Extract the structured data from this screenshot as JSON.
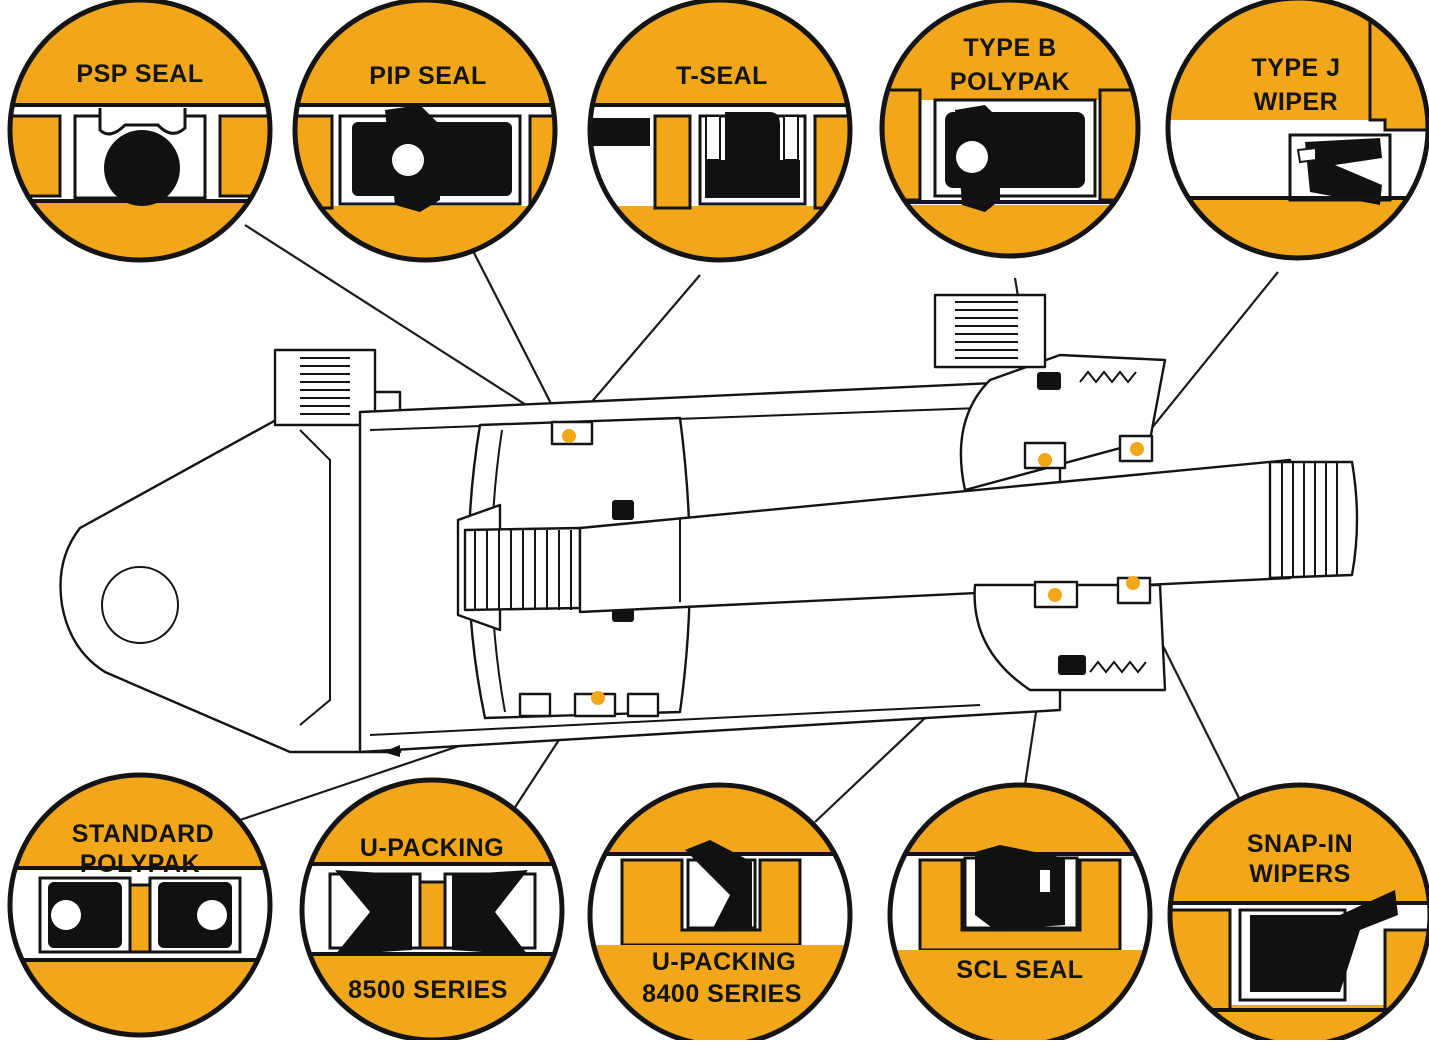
{
  "colors": {
    "accent": "#F2A71B",
    "ink": "#141414",
    "paper": "#FFFFFF"
  },
  "top_seals": [
    {
      "id": "psp",
      "lines": [
        "PSP SEAL"
      ]
    },
    {
      "id": "pip",
      "lines": [
        "PIP SEAL"
      ]
    },
    {
      "id": "t",
      "lines": [
        "T-SEAL"
      ]
    },
    {
      "id": "typeb",
      "lines": [
        "TYPE B",
        "POLYPAK"
      ]
    },
    {
      "id": "typej",
      "lines": [
        "TYPE J",
        "WIPER"
      ]
    }
  ],
  "bottom_seals": [
    {
      "id": "standard",
      "lines": [
        "STANDARD",
        "POLYPAK"
      ]
    },
    {
      "id": "upack8500",
      "lines": [
        "U-PACKING",
        "8500 SERIES"
      ]
    },
    {
      "id": "upack8400",
      "lines": [
        "U-PACKING",
        "8400 SERIES"
      ]
    },
    {
      "id": "scl",
      "lines": [
        "SCL SEAL"
      ]
    },
    {
      "id": "snapin",
      "lines": [
        "SNAP-IN",
        "WIPERS"
      ]
    }
  ]
}
